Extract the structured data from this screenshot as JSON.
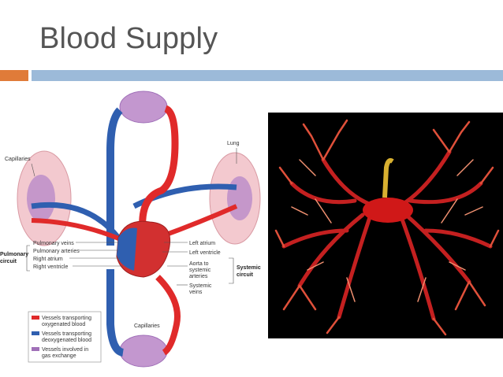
{
  "slide": {
    "title": "Blood Supply",
    "colors": {
      "accent_orange": "#e07b39",
      "accent_blue": "#9cbad9",
      "arterial": "#e02a2a",
      "venous": "#2f5fb0",
      "exchange": "#a070b8"
    }
  },
  "diagram": {
    "labels": {
      "capillaries_top_left": "Capillaries",
      "lung": "Lung",
      "pulmonary_veins": "Pulmonary veins",
      "pulmonary_arteries": "Pulmonary arteries",
      "right_atrium": "Right atrium",
      "right_ventricle": "Right ventricle",
      "pulmonary_circuit_1": "Pulmonary",
      "pulmonary_circuit_2": "circuit",
      "left_atrium": "Left atrium",
      "left_ventricle": "Left ventricle",
      "aorta_1": "Aorta to",
      "aorta_2": "systemic",
      "aorta_3": "arteries",
      "systemic_veins_1": "Systemic",
      "systemic_veins_2": "veins",
      "systemic_circuit_1": "Systemic",
      "systemic_circuit_2": "circuit",
      "capillaries_bottom": "Capillaries"
    },
    "legend": [
      {
        "line1": "Vessels transporting",
        "line2": "oxygenated blood",
        "color": "#e02a2a"
      },
      {
        "line1": "Vessels transporting",
        "line2": "deoxygenated blood",
        "color": "#2f5fb0"
      },
      {
        "line1": "Vessels involved in",
        "line2": "gas exchange",
        "color": "#a070b8"
      }
    ]
  }
}
